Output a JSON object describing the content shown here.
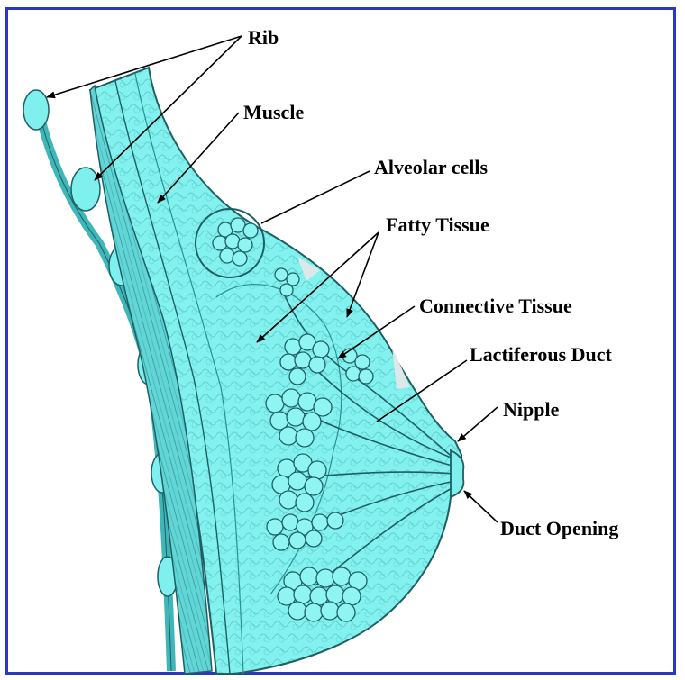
{
  "labels": {
    "rib": "Rib",
    "muscle": "Muscle",
    "alveolar_cells": "Alveolar cells",
    "fatty_tissue": "Fatty Tissue",
    "connective_tissue": "Connective Tissue",
    "lactiferous_duct": "Lactiferous Duct",
    "nipple": "Nipple",
    "duct_opening": "Duct Opening"
  },
  "colors": {
    "border": "#2b36c4",
    "tissue": "#7ff0ee",
    "tissue_dark": "#3fb7b9",
    "outline": "#1f5f63",
    "label_text": "#000000",
    "leader_line": "#000000"
  }
}
